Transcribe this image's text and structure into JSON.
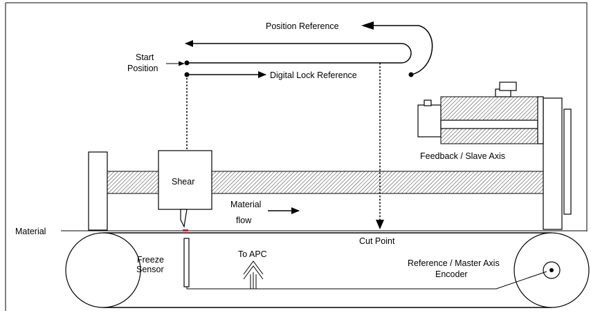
{
  "labels": {
    "position_reference": "Position Reference",
    "start_position_line1": "Start",
    "start_position_line2": "Position",
    "digital_lock_reference": "Digital Lock Reference",
    "feedback_slave_axis": "Feedback / Slave Axis",
    "shear": "Shear",
    "material_flow_line1": "Material",
    "material_flow_line2": "flow",
    "material": "Material",
    "cut_point": "Cut Point",
    "freeze_sensor_line1": "Freeze",
    "freeze_sensor_line2": "Sensor",
    "to_apc": "To APC",
    "encoder_line1": "Reference / Master Axis",
    "encoder_line2": "Encoder"
  },
  "colors": {
    "line": "#000000",
    "background": "#ffffff",
    "marker": "#e0002a"
  }
}
